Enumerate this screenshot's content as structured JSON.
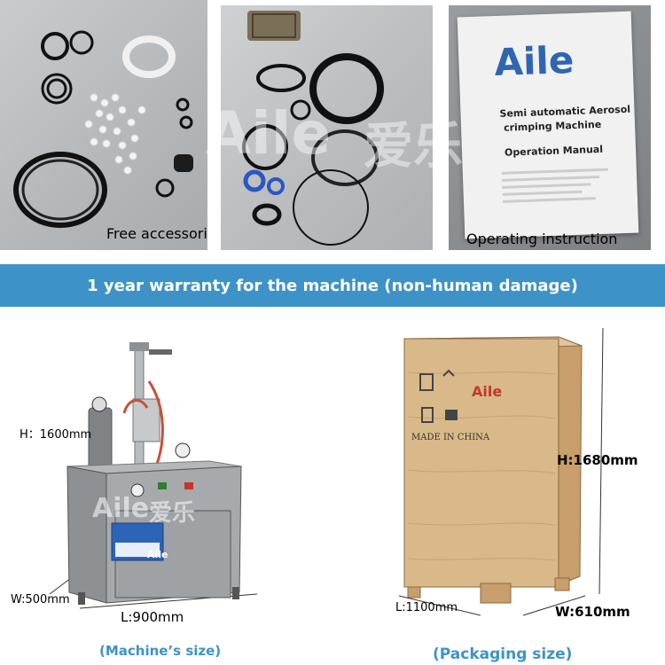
{
  "captions": {
    "free_accessories": "Free accessories",
    "operating_instruction": "Operating instruction"
  },
  "manual": {
    "brand": "Aile",
    "title_line1": "Semi automatic Aerosol",
    "title_line2": "crimping Machine",
    "subtitle": "Operation Manual"
  },
  "banner": {
    "text": "1 year warranty for the machine (non-human damage)"
  },
  "machine": {
    "height": "H：1600mm",
    "width": "W:500mm",
    "length": "L:900mm",
    "caption": "(Machine’s size)",
    "brand_plate": "Aile"
  },
  "packaging": {
    "height": "H:1680mm",
    "length": "L:1100mm",
    "width": "W:610mm",
    "caption": "(Packaging size)",
    "box_brand": "Aile",
    "box_text": "MADE IN CHINA"
  },
  "watermark": {
    "latin": "Aile",
    "chinese": "爱乐"
  },
  "colors": {
    "banner": "#3d93c7",
    "caption_blue": "#3d93c7",
    "wood": "#d9b88a"
  }
}
